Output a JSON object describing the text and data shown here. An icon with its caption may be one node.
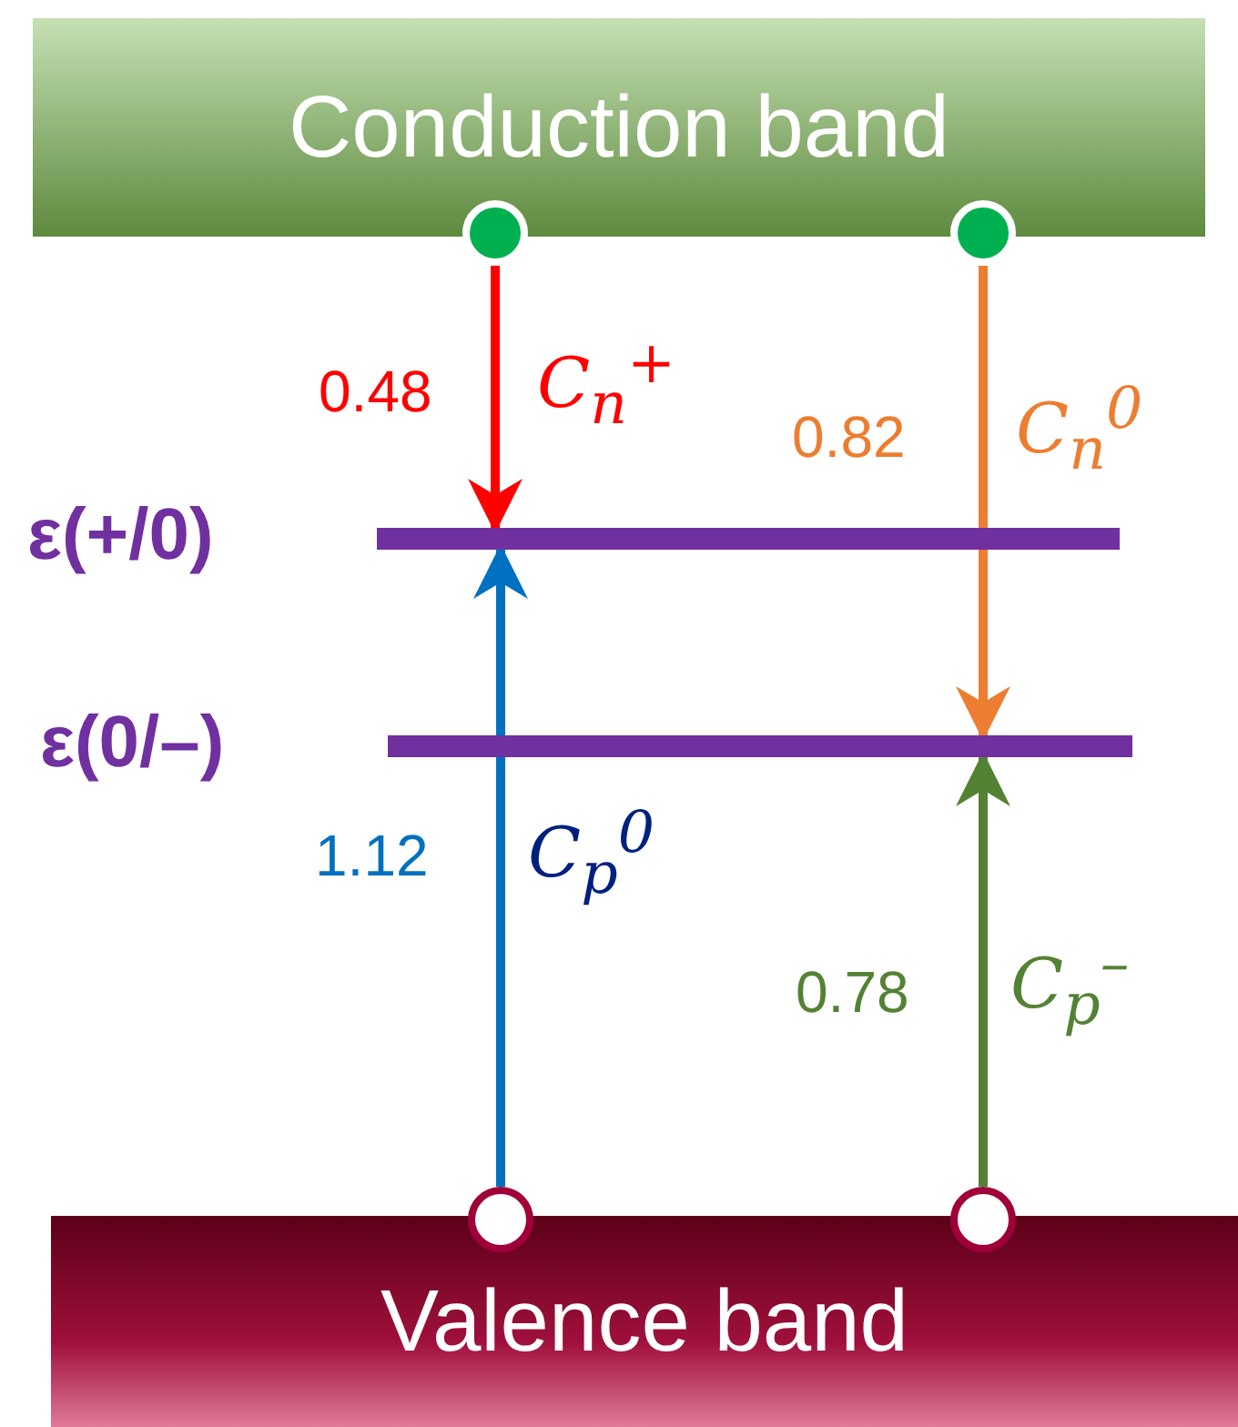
{
  "diagram": {
    "nodes": [
      {
        "text": [
          "Conduction band"
        ]
      },
      {
        "text": [],
        "shape": "circle"
      },
      {
        "text": [],
        "shape": "circle"
      },
      {
        "text": [],
        "shape": "bar",
        "beside": [
          "ε(+/0)"
        ]
      },
      {
        "text": [],
        "shape": "bar",
        "beside": [
          "ε(0/–)"
        ]
      },
      {
        "text": [
          "Valence band"
        ]
      },
      {
        "text": [],
        "shape": "circle"
      },
      {
        "text": [],
        "shape": "circle"
      }
    ],
    "edges": [
      {
        "from": 1,
        "to": 3,
        "arrow": "to",
        "label": "0.48",
        "color": "#ff0000"
      },
      {
        "from": 2,
        "to": 4,
        "arrow": "to",
        "label": "0.82",
        "color": "#ed7d31"
      },
      {
        "from": 6,
        "to": 3,
        "arrow": "to",
        "label": "1.12",
        "color": "#0070c0"
      },
      {
        "from": 7,
        "to": 4,
        "arrow": "to",
        "label": "0.78",
        "color": "#548235"
      }
    ],
    "labels": [
      "C$_{n}$$^{+}$",
      "C$_{n}$$^{0}$",
      "C$_{p}$$^{0}$",
      "C$_{p}$$^{–}$"
    ]
  }
}
